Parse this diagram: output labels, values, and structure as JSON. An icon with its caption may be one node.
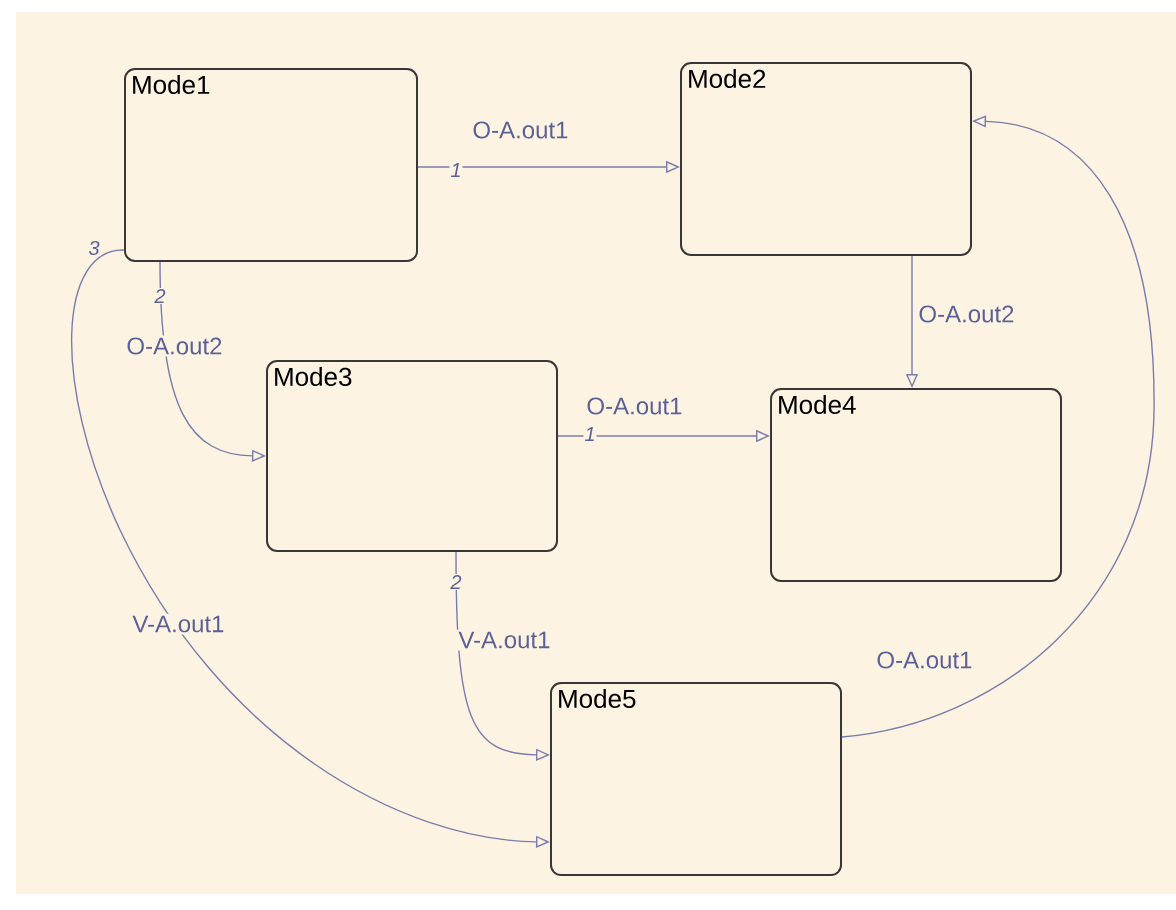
{
  "diagram": {
    "nodes": [
      {
        "text": [
          "Mode1"
        ]
      },
      {
        "text": [
          "Mode2"
        ]
      },
      {
        "text": [
          "Mode3"
        ]
      },
      {
        "text": [
          "Mode4"
        ]
      },
      {
        "text": [
          "Mode5"
        ]
      }
    ],
    "edges": [
      {
        "from": 0,
        "to": 1,
        "arrow": "to",
        "label": "O-A.out1"
      },
      {
        "from": 0,
        "to": 2,
        "arrow": "to",
        "label": "O-A.out2"
      },
      {
        "from": 0,
        "to": 4,
        "arrow": "to",
        "label": "V-A.out1"
      },
      {
        "from": 1,
        "to": 3,
        "arrow": "to",
        "label": "O-A.out2"
      },
      {
        "from": 2,
        "to": 3,
        "arrow": "to",
        "label": "O-A.out1"
      },
      {
        "from": 2,
        "to": 4,
        "arrow": "to",
        "label": "V-A.out1"
      },
      {
        "from": 4,
        "to": 1,
        "arrow": "to",
        "label": "O-A.out1"
      }
    ],
    "labels": [
      "1",
      "3",
      "2",
      "1",
      "2"
    ]
  }
}
